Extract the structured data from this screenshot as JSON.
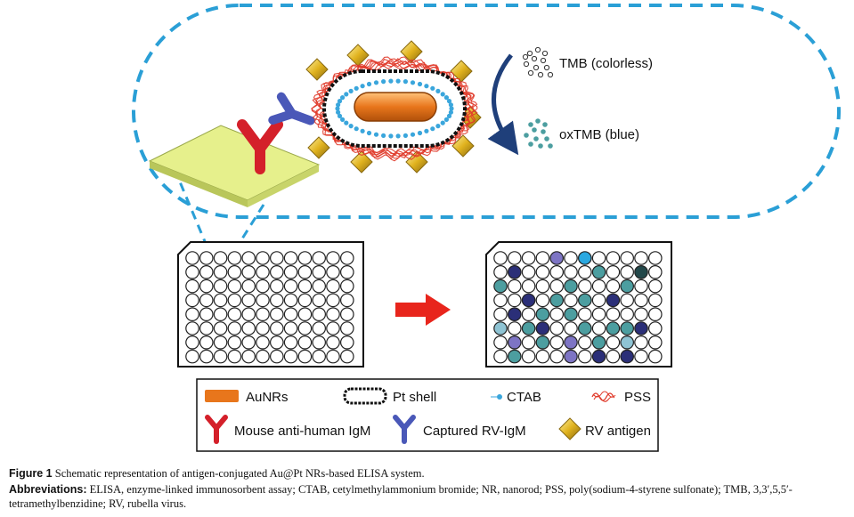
{
  "diagram": {
    "labels": {
      "tmb": "TMB (colorless)",
      "oxtmb": "oxTMB (blue)"
    },
    "legend": {
      "aunrs": "AuNRs",
      "pt_shell": "Pt shell",
      "ctab": "CTAB",
      "pss": "PSS",
      "mouse_igm": "Mouse anti-human IgM",
      "captured_igm": "Captured RV-IgM",
      "rv_antigen": "RV antigen"
    },
    "colors": {
      "aunr": "#e8761c",
      "ctab": "#3aa6dc",
      "pss": "#e03a2a",
      "mouse_igm": "#d4202a",
      "captured_igm": "#4a58b8",
      "rv_antigen": "#e0b21e",
      "plate_surface": "#e6f08c",
      "dashed_outline": "#2a9fd6",
      "arrow": "#e8251c",
      "well_dark": "#2b2f78",
      "well_teal": "#4c9ea0",
      "well_light": "#8fc4d4",
      "well_purple": "#7d74c4"
    },
    "plate_after_wells": [
      "____P_C__W__",
      "_N_____T__K_",
      "T____T___T__",
      "__N_T_T_N___",
      "_N_T_T______",
      "L_TN__T_TTN_",
      "_P_T_P_T_L__",
      "_T___P_N_N__",
      "__P__P______"
    ]
  },
  "caption": {
    "figure_label": "Figure 1",
    "figure_text": "Schematic representation of antigen-conjugated Au@Pt NRs-based ELISA system.",
    "abbrev_label": "Abbreviations:",
    "abbrev_text": "ELISA, enzyme-linked immunosorbent assay; CTAB, cetylmethylammonium bromide; NR, nanorod; PSS, poly(sodium-4-styrene sulfonate); TMB, 3,3′,5,5′-tetramethylbenzidine; RV, rubella virus."
  }
}
